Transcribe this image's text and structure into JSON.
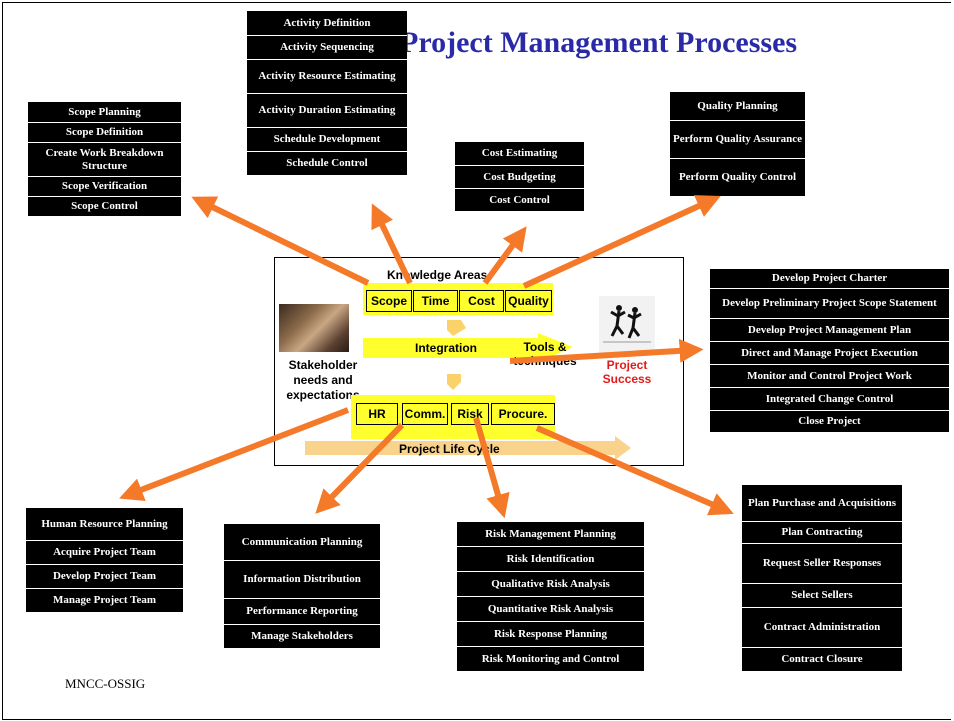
{
  "title": "Project Management Processes",
  "footer": "MNCC-OSSIG",
  "center": {
    "knowledge_areas_label": "Knowledge Areas",
    "top_areas": [
      "Scope",
      "Time",
      "Cost",
      "Quality"
    ],
    "bottom_areas": [
      "HR",
      "Comm.",
      "Risk",
      "Procure."
    ],
    "integration": "Integration",
    "tools": "Tools & techniques",
    "stakeholder": "Stakeholder needs and expectations",
    "success": "Project Success",
    "life_cycle": "Project Life Cycle"
  },
  "groups": {
    "time": [
      "Activity Definition",
      "Activity Sequencing",
      "Activity Resource Estimating",
      "Activity Duration Estimating",
      "Schedule Development",
      "Schedule Control"
    ],
    "scope": [
      "Scope Planning",
      "Scope Definition",
      "Create Work Breakdown Structure",
      "Scope Verification",
      "Scope Control"
    ],
    "cost": [
      "Cost Estimating",
      "Cost Budgeting",
      "Cost Control"
    ],
    "quality": [
      "Quality Planning",
      "Perform Quality Assurance",
      "Perform Quality Control"
    ],
    "integration": [
      "Develop Project Charter",
      "Develop Preliminary Project Scope Statement",
      "Develop Project Management Plan",
      "Direct and Manage Project Execution",
      "Monitor and Control Project Work",
      "Integrated Change Control",
      "Close Project"
    ],
    "hr": [
      "Human Resource Planning",
      "Acquire Project Team",
      "Develop Project Team",
      "Manage Project Team"
    ],
    "communication": [
      "Communication Planning",
      "Information Distribution",
      "Performance Reporting",
      "Manage Stakeholders"
    ],
    "risk": [
      "Risk Management Planning",
      "Risk Identification",
      "Qualitative Risk Analysis",
      "Quantitative Risk Analysis",
      "Risk Response Planning",
      "Risk Monitoring and Control"
    ],
    "procurement": [
      "Plan Purchase and Acquisitions",
      "Plan Contracting",
      "Request Seller Responses",
      "Select Sellers",
      "Contract Administration",
      "Contract Closure"
    ]
  },
  "colors": {
    "title": "#2a2aa8",
    "arrow": "#f47a2a",
    "highlight": "#ffff2e",
    "success": "#e01b1b",
    "box": "#000000"
  }
}
